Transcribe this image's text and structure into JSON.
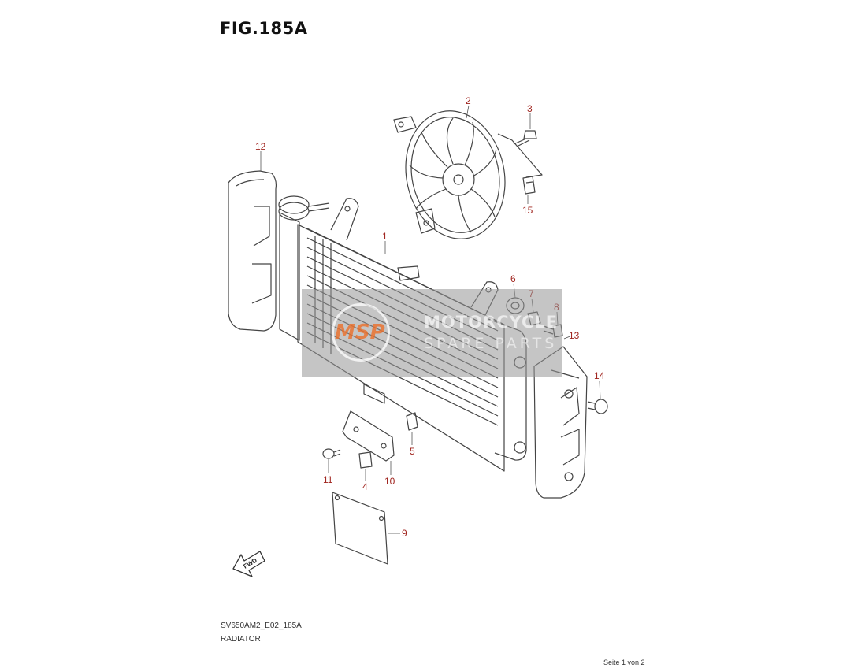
{
  "figure": {
    "title": "FIG.185A"
  },
  "callouts": [
    {
      "id": "1",
      "label": "1"
    },
    {
      "id": "2",
      "label": "2"
    },
    {
      "id": "3",
      "label": "3"
    },
    {
      "id": "4",
      "label": "4"
    },
    {
      "id": "5",
      "label": "5"
    },
    {
      "id": "6",
      "label": "6"
    },
    {
      "id": "7",
      "label": "7"
    },
    {
      "id": "8",
      "label": "8"
    },
    {
      "id": "9",
      "label": "9"
    },
    {
      "id": "10",
      "label": "10"
    },
    {
      "id": "11",
      "label": "11"
    },
    {
      "id": "12",
      "label": "12"
    },
    {
      "id": "13",
      "label": "13"
    },
    {
      "id": "14",
      "label": "14"
    },
    {
      "id": "15",
      "label": "15"
    }
  ],
  "direction": {
    "label": "FWD"
  },
  "footer": {
    "code": "SV650AM2_E02_185A",
    "name": "RADIATOR"
  },
  "page": {
    "info": "Seite 1 von 2"
  },
  "watermark": {
    "logo": "MSP",
    "line1": "MOTORCYCLE",
    "line2": "SPARE PARTS"
  },
  "colors": {
    "callout": "#a0241e",
    "line": "#444444"
  }
}
